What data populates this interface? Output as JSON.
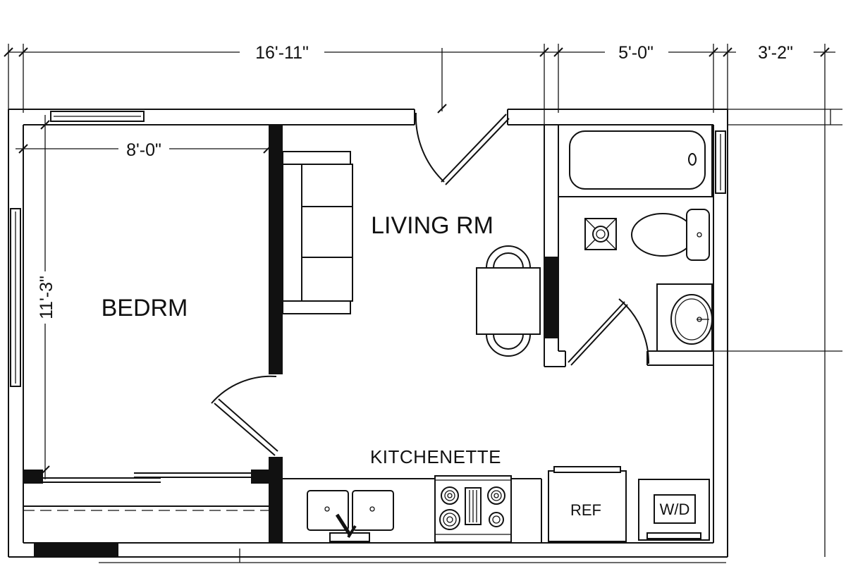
{
  "dimensions": {
    "overall_width": "16'-11\"",
    "bath_width": "5'-0\"",
    "right_extension": "3'-2\"",
    "bedroom_width": "8'-0\"",
    "bedroom_depth": "11'-3\""
  },
  "rooms": {
    "bedroom": "BEDRM",
    "living": "LIVING RM",
    "kitchenette": "KITCHENETTE"
  },
  "appliances": {
    "refrigerator": "REF",
    "washer_dryer": "W/D"
  }
}
